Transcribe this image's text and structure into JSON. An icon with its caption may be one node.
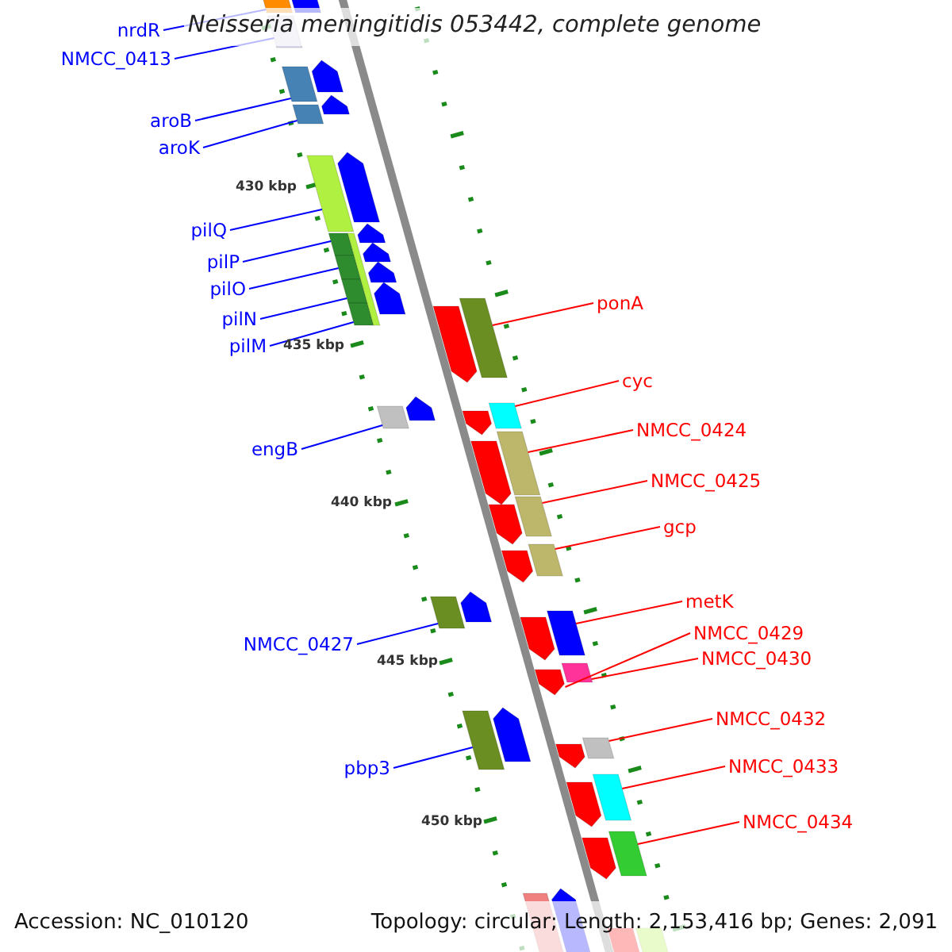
{
  "diagram": {
    "title": "Neisseria meningitidis 053442, complete genome",
    "nodes": [
      {
        "text": [
          "nrdR"
        ]
      },
      {
        "text": [],
        "shape": "bar"
      },
      {
        "text": [
          "NMCC_0413"
        ]
      },
      {
        "text": [],
        "shape": "bar"
      },
      {
        "text": [
          "aroB"
        ]
      },
      {
        "text": [],
        "shape": "bar"
      },
      {
        "text": [
          "aroK"
        ]
      },
      {
        "text": [],
        "shape": "bar"
      },
      {
        "text": [
          "pilQ"
        ]
      },
      {
        "text": [],
        "shape": "bar"
      },
      {
        "text": [
          "pilP"
        ]
      },
      {
        "text": [],
        "shape": "bar"
      },
      {
        "text": [
          "pilO"
        ]
      },
      {
        "text": [],
        "shape": "bar"
      },
      {
        "text": [
          "pilN"
        ]
      },
      {
        "text": [],
        "shape": "bar"
      },
      {
        "text": [
          "pilM"
        ]
      },
      {
        "text": [],
        "shape": "bar"
      },
      {
        "text": [
          "engB"
        ]
      },
      {
        "text": [],
        "shape": "bar"
      },
      {
        "text": [
          "NMCC_0427"
        ]
      },
      {
        "text": [],
        "shape": "bar"
      },
      {
        "text": [
          "pbp3"
        ]
      },
      {
        "text": [],
        "shape": "bar"
      },
      {
        "text": [
          "ponA"
        ]
      },
      {
        "text": [],
        "shape": "bar"
      },
      {
        "text": [
          "cyc"
        ]
      },
      {
        "text": [],
        "shape": "bar"
      },
      {
        "text": [
          "NMCC_0424"
        ]
      },
      {
        "text": [],
        "shape": "bar"
      },
      {
        "text": [
          "NMCC_0425"
        ]
      },
      {
        "text": [],
        "shape": "bar"
      },
      {
        "text": [
          "gcp"
        ]
      },
      {
        "text": [],
        "shape": "bar"
      },
      {
        "text": [
          "metK"
        ]
      },
      {
        "text": [],
        "shape": "bar"
      },
      {
        "text": [
          "NMCC_0429"
        ]
      },
      {
        "text": [],
        "shape": "bar"
      },
      {
        "text": [
          "NMCC_0430"
        ]
      },
      {
        "text": [],
        "shape": "bar"
      },
      {
        "text": [
          "NMCC_0432"
        ]
      },
      {
        "text": [],
        "shape": "bar"
      },
      {
        "text": [
          "NMCC_0433"
        ]
      },
      {
        "text": [],
        "shape": "bar"
      },
      {
        "text": [
          "NMCC_0434"
        ]
      },
      {
        "text": [],
        "shape": "bar"
      },
      {
        "text": [],
        "shape": "bar"
      },
      {
        "text": [],
        "shape": "bar"
      },
      {
        "text": [],
        "shape": "bar"
      },
      {
        "text": [],
        "shape": "bar"
      },
      {
        "text": [],
        "shape": "bar"
      },
      {
        "text": [],
        "shape": "bar"
      },
      {
        "text": [],
        "shape": "bar"
      },
      {
        "text": [],
        "shape": "bar"
      },
      {
        "text": [],
        "shape": "bar"
      },
      {
        "text": [],
        "shape": "bar"
      },
      {
        "text": [],
        "shape": "bar"
      },
      {
        "text": [],
        "shape": "bar"
      },
      {
        "text": [],
        "shape": "bar"
      },
      {
        "text": [],
        "shape": "bar"
      },
      {
        "text": [],
        "shape": "bar"
      },
      {
        "text": [],
        "shape": "bar"
      },
      {
        "text": [],
        "shape": "bar"
      },
      {
        "text": [],
        "shape": "bar"
      },
      {
        "text": [],
        "shape": "bar"
      },
      {
        "text": [],
        "shape": "bar"
      },
      {
        "text": [],
        "shape": "bar"
      },
      {
        "text": [],
        "shape": "bar"
      },
      {
        "text": [],
        "shape": "bar"
      },
      {
        "text": [],
        "shape": "bar"
      },
      {
        "text": [],
        "shape": "bar"
      }
    ],
    "edges": [
      {
        "from": 0,
        "to": 1,
        "arrow": "none"
      },
      {
        "from": 2,
        "to": 3,
        "arrow": "none"
      },
      {
        "from": 4,
        "to": 5,
        "arrow": "none"
      },
      {
        "from": 6,
        "to": 7,
        "arrow": "none"
      },
      {
        "from": 8,
        "to": 9,
        "arrow": "none"
      },
      {
        "from": 10,
        "to": 11,
        "arrow": "none"
      },
      {
        "from": 12,
        "to": 13,
        "arrow": "none"
      },
      {
        "from": 14,
        "to": 15,
        "arrow": "none"
      },
      {
        "from": 16,
        "to": 17,
        "arrow": "none"
      },
      {
        "from": 18,
        "to": 19,
        "arrow": "none"
      },
      {
        "from": 20,
        "to": 21,
        "arrow": "none"
      },
      {
        "from": 22,
        "to": 23,
        "arrow": "none"
      },
      {
        "from": 24,
        "to": 25,
        "arrow": "none",
        "color": "#ff0000"
      },
      {
        "from": 26,
        "to": 27,
        "arrow": "none",
        "color": "#ff0000"
      },
      {
        "from": 28,
        "to": 29,
        "arrow": "none",
        "color": "#ff0000"
      },
      {
        "from": 30,
        "to": 31,
        "arrow": "none",
        "color": "#ff0000"
      },
      {
        "from": 32,
        "to": 33,
        "arrow": "none",
        "color": "#ff0000"
      },
      {
        "from": 34,
        "to": 35,
        "arrow": "none",
        "color": "#ff0000"
      },
      {
        "from": 36,
        "to": 37,
        "arrow": "none",
        "color": "#ff0000"
      },
      {
        "from": 38,
        "to": 39,
        "arrow": "none",
        "color": "#ff0000"
      },
      {
        "from": 40,
        "to": 41,
        "arrow": "none",
        "color": "#ff0000"
      },
      {
        "from": 42,
        "to": 43,
        "arrow": "none",
        "color": "#ff0000"
      },
      {
        "from": 44,
        "to": 45,
        "arrow": "none",
        "color": "#ff0000"
      }
    ],
    "labels": [
      "430 kbp",
      "435 kbp",
      "440 kbp",
      "445 kbp",
      "450 kbp",
      "Accession: NC_010120",
      "Topology: circular; Length: 2,153,416 bp; Genes: 2,091"
    ]
  }
}
